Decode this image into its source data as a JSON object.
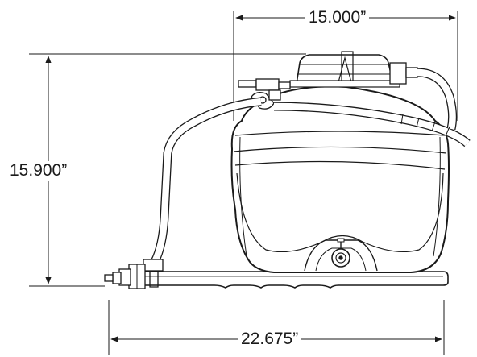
{
  "dimensions": {
    "width_top": "15.000”",
    "height_left": "15.900”",
    "width_bottom": "22.675”"
  },
  "colors": {
    "line": "#1a1a1a",
    "background": "#ffffff"
  }
}
